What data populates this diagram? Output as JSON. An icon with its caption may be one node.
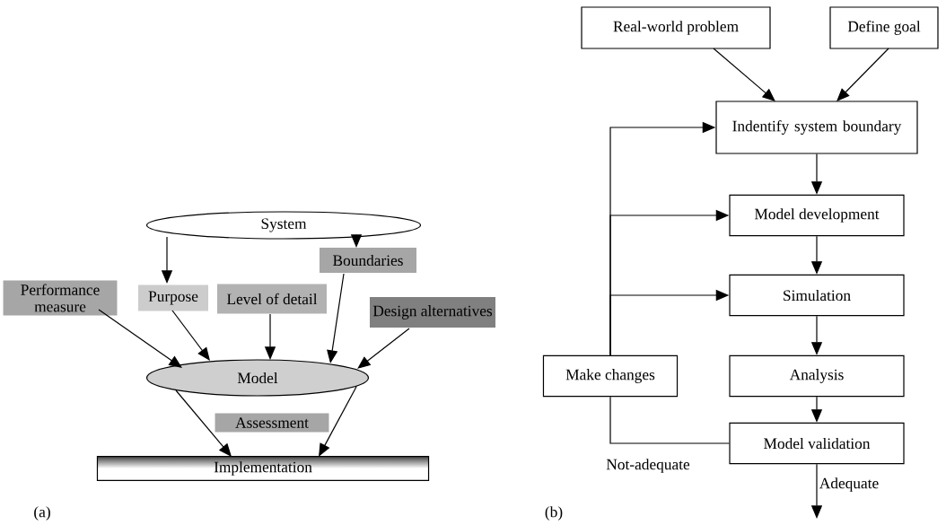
{
  "diagram": {
    "nodes": [
      {
        "text": [
          "System"
        ]
      },
      {
        "text": [
          "Boundaries"
        ]
      },
      {
        "text": [
          "Performance measure"
        ]
      },
      {
        "text": [
          "Purpose"
        ]
      },
      {
        "text": [
          "Level of detail"
        ]
      },
      {
        "text": [
          "Design alternatives"
        ]
      },
      {
        "text": [
          "Model"
        ]
      },
      {
        "text": [
          "Assessment"
        ]
      },
      {
        "text": [
          "Implementation"
        ]
      },
      {
        "text": [
          "Real-world problem"
        ]
      },
      {
        "text": [
          "Define goal"
        ]
      },
      {
        "text": [
          "Indentify system boundary"
        ]
      },
      {
        "text": [
          "Model development"
        ]
      },
      {
        "text": [
          "Simulation"
        ]
      },
      {
        "text": [
          "Make changes"
        ]
      },
      {
        "text": [
          "Analysis"
        ]
      },
      {
        "text": [
          "Model validation"
        ]
      }
    ],
    "edges": [
      {
        "from": 0,
        "to": 3,
        "arrow": "to"
      },
      {
        "from": 0,
        "to": 1,
        "arrow": "to"
      },
      {
        "from": 2,
        "to": 6,
        "arrow": "to"
      },
      {
        "from": 3,
        "to": 6,
        "arrow": "to"
      },
      {
        "from": 4,
        "to": 6,
        "arrow": "to"
      },
      {
        "from": 1,
        "to": 6,
        "arrow": "to"
      },
      {
        "from": 5,
        "to": 6,
        "arrow": "to"
      },
      {
        "from": 6,
        "to": 8,
        "arrow": "to"
      },
      {
        "from": 6,
        "to": 8,
        "arrow": "to"
      },
      {
        "from": 9,
        "to": 11,
        "arrow": "to"
      },
      {
        "from": 10,
        "to": 11,
        "arrow": "to"
      },
      {
        "from": 11,
        "to": 12,
        "arrow": "to"
      },
      {
        "from": 12,
        "to": 13,
        "arrow": "to"
      },
      {
        "from": 13,
        "to": 15,
        "arrow": "to"
      },
      {
        "from": 15,
        "to": 16,
        "arrow": "to"
      },
      {
        "from": 16,
        "to": 14,
        "arrow": "none",
        "label": "Not-adequate"
      },
      {
        "from": 14,
        "to": 11,
        "arrow": "to"
      },
      {
        "from": 14,
        "to": 12,
        "arrow": "to"
      },
      {
        "from": 14,
        "to": 13,
        "arrow": "to"
      },
      {
        "from": 16,
        "to": null,
        "arrow": "to",
        "label": "Adequate"
      }
    ],
    "labels": [
      "(a)",
      "(b)"
    ]
  }
}
